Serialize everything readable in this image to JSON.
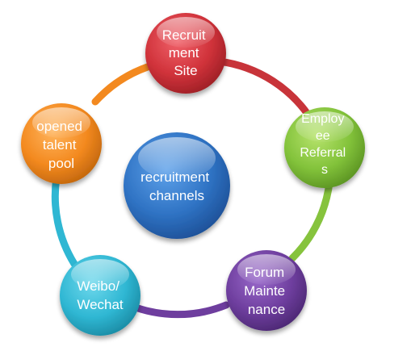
{
  "center": {
    "lines": [
      "recruitment",
      "channels"
    ],
    "color": "#2f73c4"
  },
  "nodes": [
    {
      "id": "recruitment-site",
      "lines": [
        "Recruit",
        "ment",
        "Site"
      ],
      "color": "#d0323a"
    },
    {
      "id": "employee-referrals",
      "lines": [
        "Employ",
        "ee",
        "Referral",
        "s"
      ],
      "color": "#82c23a"
    },
    {
      "id": "forum-maintenance",
      "lines": [
        "Forum",
        "Mainte",
        "nance"
      ],
      "color": "#6e3e9e"
    },
    {
      "id": "weibo-wechat",
      "lines": [
        "Weibo/",
        "Wechat"
      ],
      "color": "#2fb7d3"
    },
    {
      "id": "opened-talent-pool",
      "lines": [
        "opened",
        "talent",
        "pool"
      ],
      "color": "#f3891f"
    }
  ]
}
